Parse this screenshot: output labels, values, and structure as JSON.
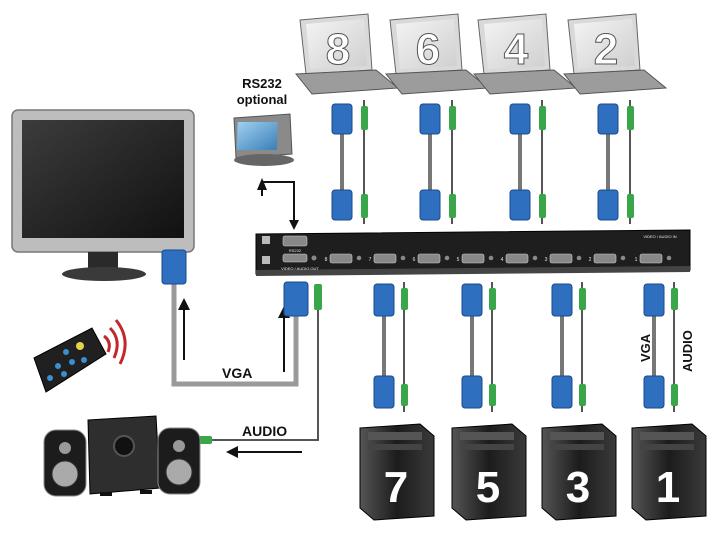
{
  "labels": {
    "rs232_line1": "RS232",
    "rs232_line2": "optional",
    "vga": "VGA",
    "audio": "AUDIO",
    "vga_vertical": "VGA",
    "audio_vertical": "AUDIO"
  },
  "switch_panel": {
    "rs232": "RS232",
    "video_audio_out": "VIDEO / AUDIO OUT",
    "video_audio_in": "VIDEO / AUDIO IN",
    "ports": [
      "8",
      "7",
      "6",
      "5",
      "4",
      "3",
      "2",
      "1"
    ]
  },
  "laptops": [
    "8",
    "6",
    "4",
    "2"
  ],
  "pc_towers": [
    "7",
    "5",
    "3",
    "1"
  ],
  "colors": {
    "vga_connector": "#2f6fc0",
    "audio_plug": "#3aa64a",
    "cable": "#9a9a9a",
    "switch_body": "#1e1e1e",
    "monitor_frame": "#bdbdbd",
    "pc_tower": "#2a2a2a",
    "remote_wave": "#c0282d"
  }
}
